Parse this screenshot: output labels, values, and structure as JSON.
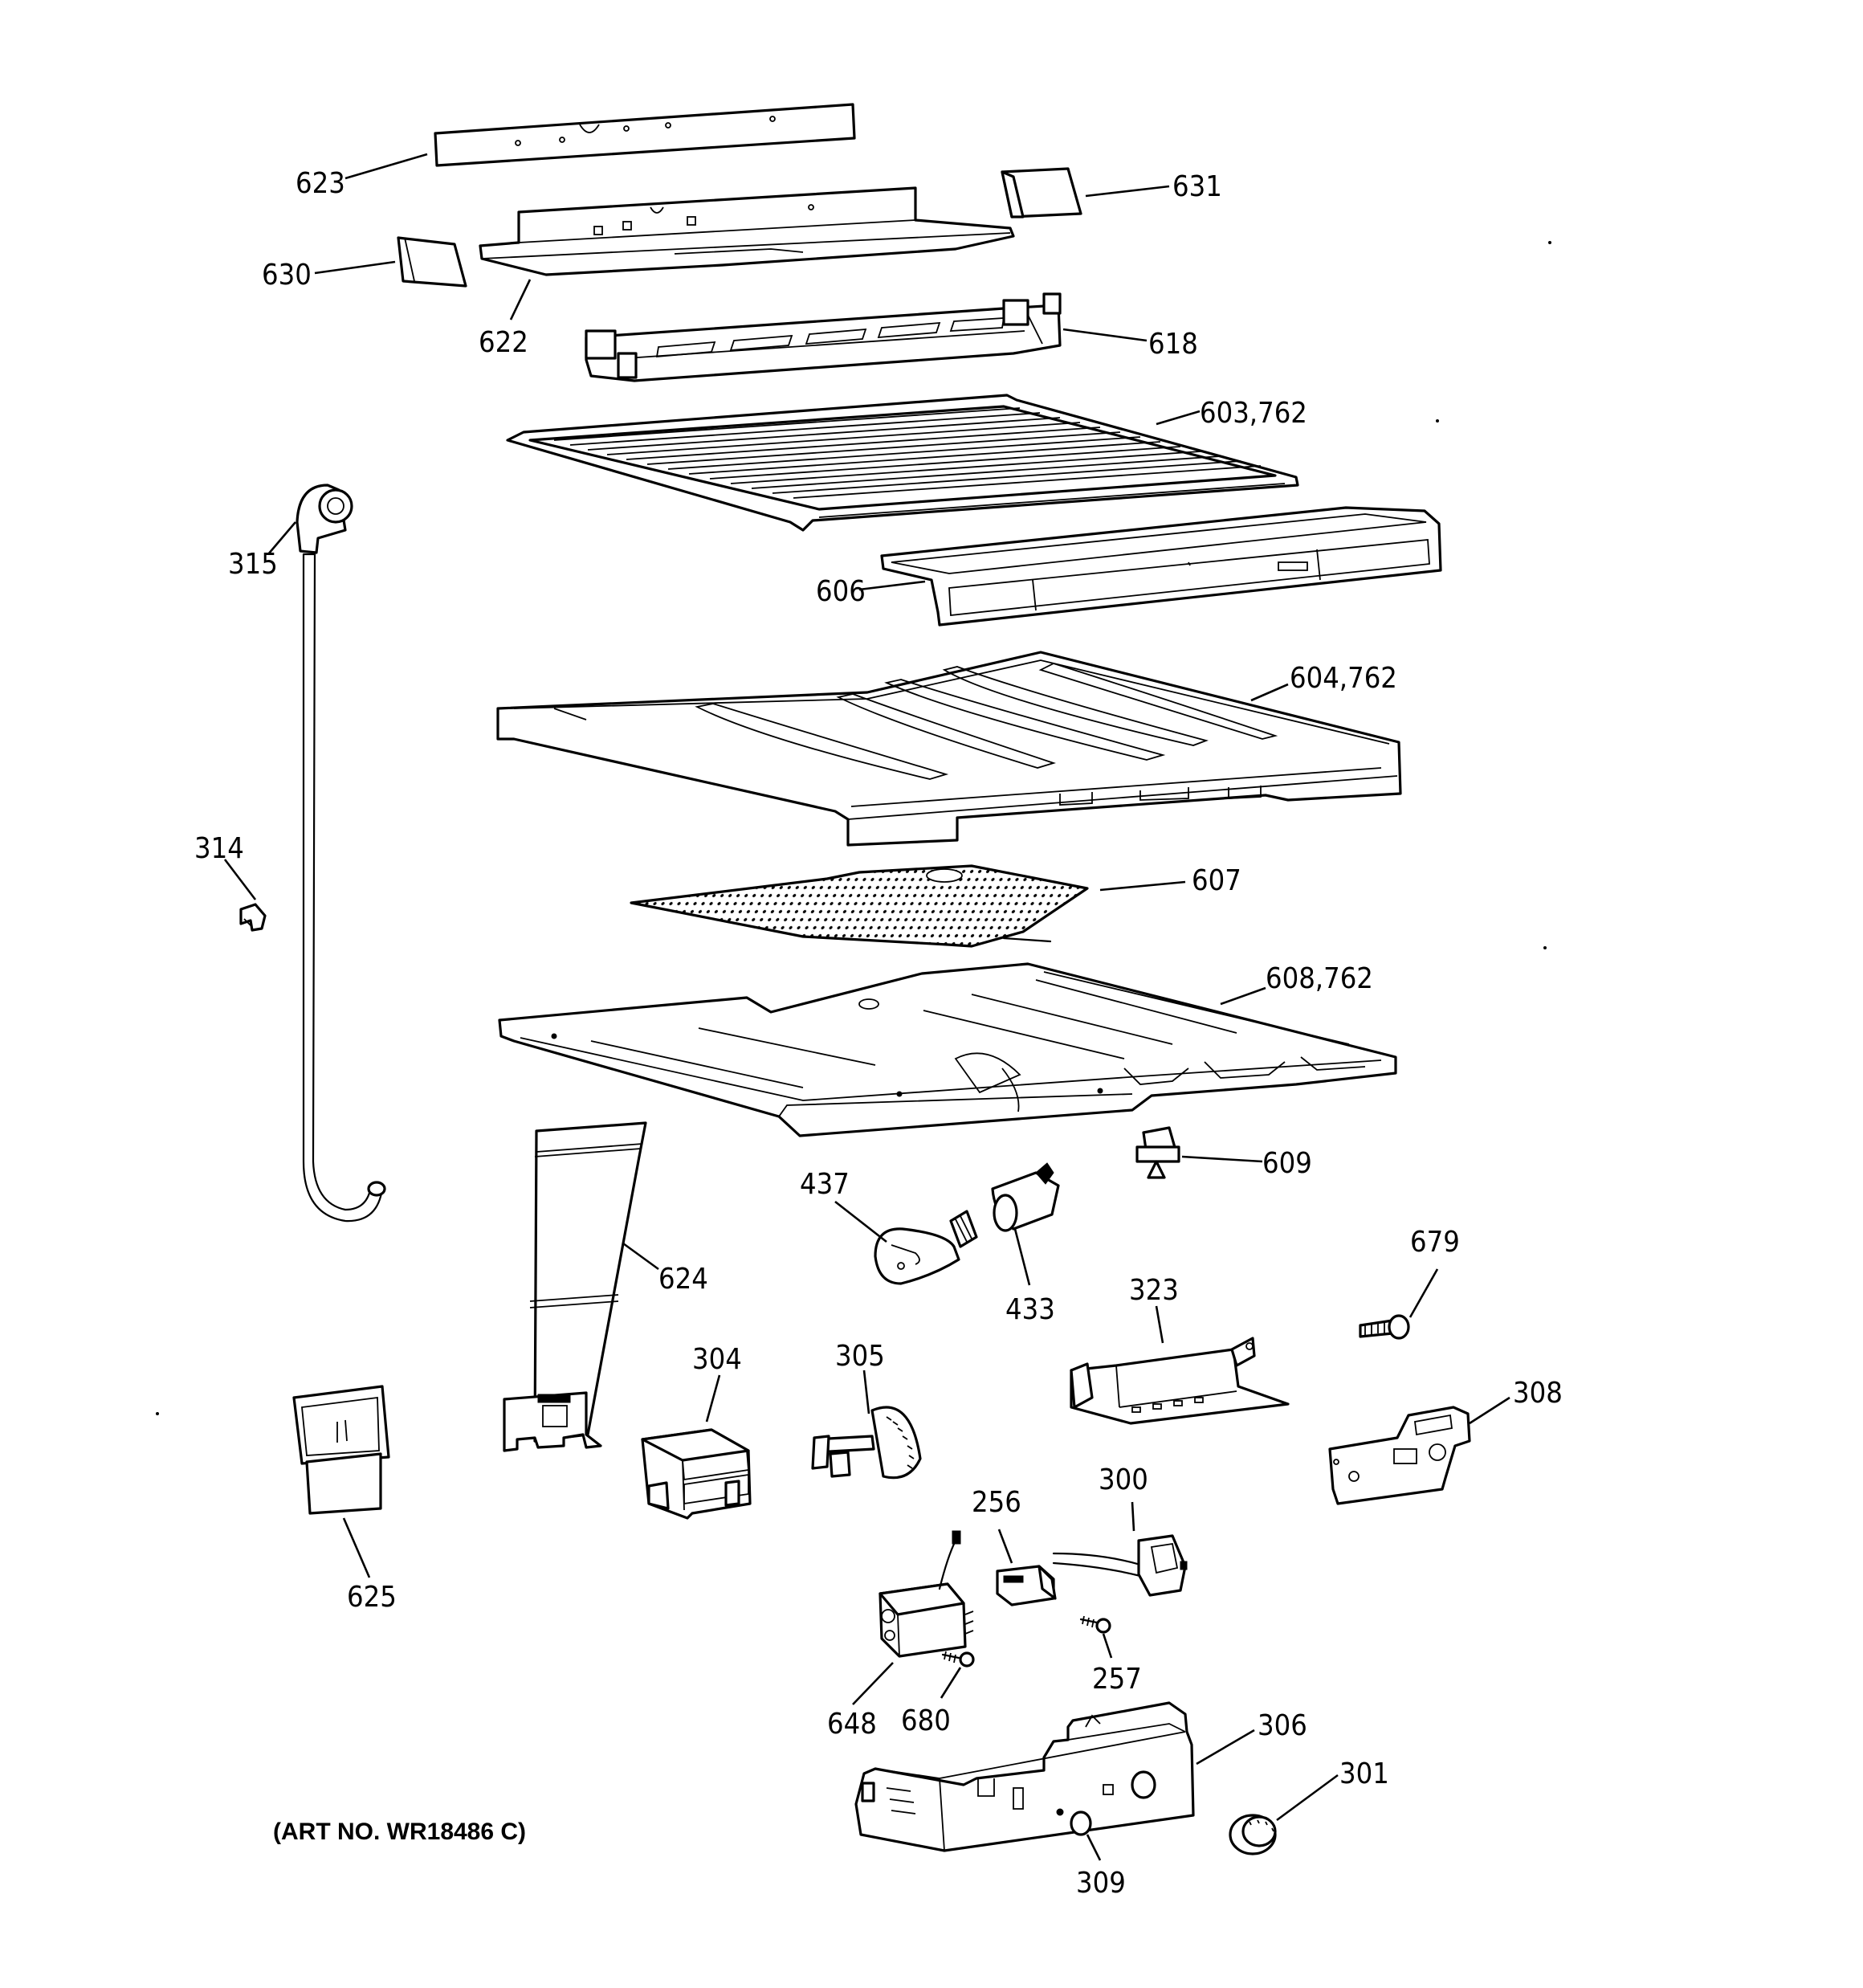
{
  "art_number": "(ART NO. WR18486 C)",
  "callouts": {
    "c623": "623",
    "c631": "631",
    "c630": "630",
    "c622": "622",
    "c618": "618",
    "c603": "603,762",
    "c315": "315",
    "c606": "606",
    "c604": "604,762",
    "c314": "314",
    "c607": "607",
    "c608": "608,762",
    "c609": "609",
    "c437": "437",
    "c433": "433",
    "c624": "624",
    "c679": "679",
    "c323": "323",
    "c304": "304",
    "c305": "305",
    "c308": "308",
    "c625": "625",
    "c256": "256",
    "c300": "300",
    "c257": "257",
    "c648": "648",
    "c680": "680",
    "c306": "306",
    "c301": "301",
    "c309": "309"
  }
}
